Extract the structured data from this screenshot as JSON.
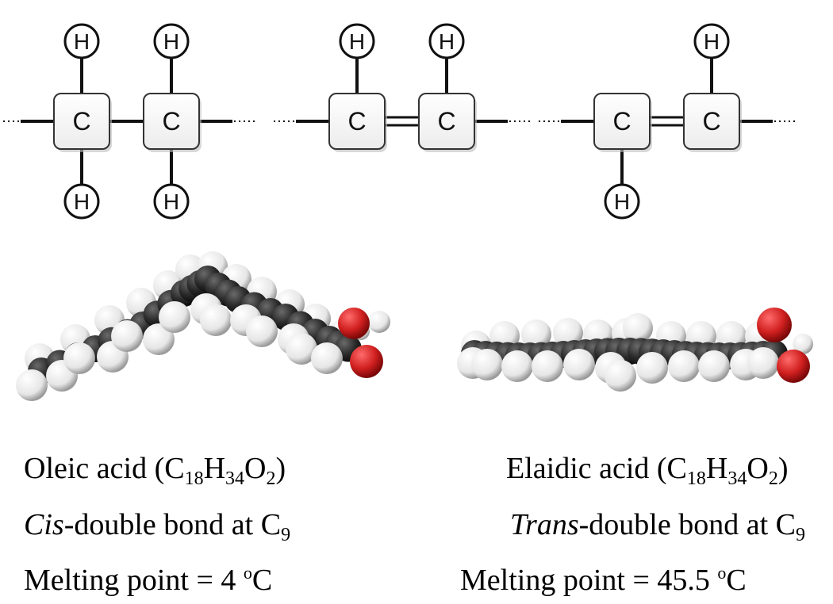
{
  "atoms": {
    "carbon": "C",
    "hydrogen": "H"
  },
  "structures": [
    {
      "bond": "single",
      "top_h": [
        true,
        true
      ],
      "bottom_h": [
        true,
        true
      ]
    },
    {
      "bond": "double",
      "top_h": [
        true,
        true
      ],
      "bottom_h": [
        false,
        false
      ]
    },
    {
      "bond": "double",
      "top_h": [
        false,
        true
      ],
      "bottom_h": [
        true,
        false
      ]
    }
  ],
  "molecules": [
    {
      "shape": "bent-cis",
      "colors": {
        "carbon": "#2b2b2b",
        "hydrogen": "#e8e8e8",
        "oxygen": "#d01f1f"
      }
    },
    {
      "shape": "straight-trans",
      "colors": {
        "carbon": "#2b2b2b",
        "hydrogen": "#e8e8e8",
        "oxygen": "#d01f1f"
      }
    }
  ],
  "captions": {
    "oleic": {
      "name": "Oleic acid (C",
      "c_sub": "18",
      "h": "H",
      "h_sub": "34",
      "o": "O",
      "o_sub": "2",
      "close": ")",
      "bond_italic": "Cis",
      "bond_rest": "-double bond at C",
      "bond_sub": "9",
      "mp": "Melting point = 4 ",
      "mp_sup": "o",
      "mp_unit": "C"
    },
    "elaidic": {
      "name": "Elaidic acid (C",
      "c_sub": "18",
      "h": "H",
      "h_sub": "34",
      "o": "O",
      "o_sub": "2",
      "close": ")",
      "bond_italic": "Trans",
      "bond_rest": "-double bond at C",
      "bond_sub": "9",
      "mp": "Melting point = 45.5 ",
      "mp_sup": "o",
      "mp_unit": "C"
    }
  }
}
